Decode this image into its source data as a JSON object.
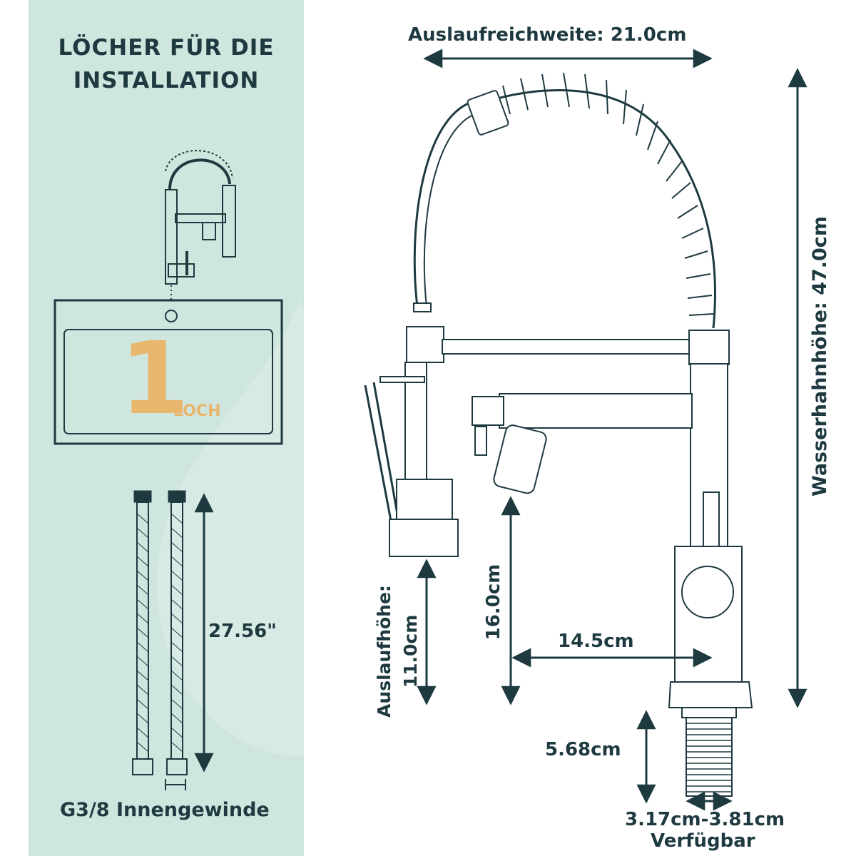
{
  "panel": {
    "title_line1": "LÖCHER FÜR DIE",
    "title_line2": "INSTALLATION",
    "hole_count": "1",
    "hole_unit": "LOCH",
    "hose_length": "27.56\"",
    "hose_thread": "G3/8 Innengewinde"
  },
  "dimensions": {
    "spout_reach": "Auslaufreichweite: 21.0cm",
    "faucet_height": "Wasserhahnhöhe: 47.0cm",
    "spout_height_label": "Auslaufhöhe:",
    "spout_height_value": "11.0cm",
    "sprayer_height": "16.0cm",
    "base_to_outlet": "14.5cm",
    "shank_length": "5.68cm",
    "deck_thickness": "3.17cm-3.81cm",
    "deck_note": "Verfügbar"
  },
  "colors": {
    "panel_bg": "#cfe6df",
    "line": "#1e3a40",
    "accent": "#e9b66e"
  }
}
